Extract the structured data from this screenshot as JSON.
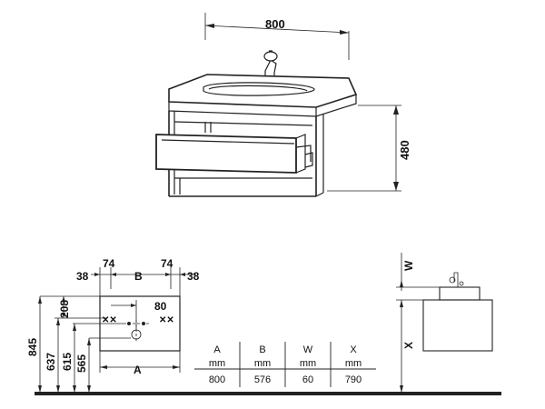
{
  "top_view": {
    "width_dim": "800",
    "height_dim": "480"
  },
  "front_view": {
    "left_outer": "38",
    "left_inner": "74",
    "center_label": "B",
    "right_inner": "74",
    "right_outer": "38",
    "offset_80": "80",
    "width_label": "A",
    "v_208": "208",
    "v_845": "845",
    "v_637": "637",
    "v_615": "615",
    "v_565": "565",
    "cross_left": "✕✕",
    "cross_right": "✕✕"
  },
  "side_view": {
    "w_label": "W",
    "x_label": "X"
  },
  "table": {
    "headers": [
      "A",
      "B",
      "W",
      "X"
    ],
    "units": [
      "mm",
      "mm",
      "mm",
      "mm"
    ],
    "values": [
      "800",
      "576",
      "60",
      "790"
    ]
  }
}
